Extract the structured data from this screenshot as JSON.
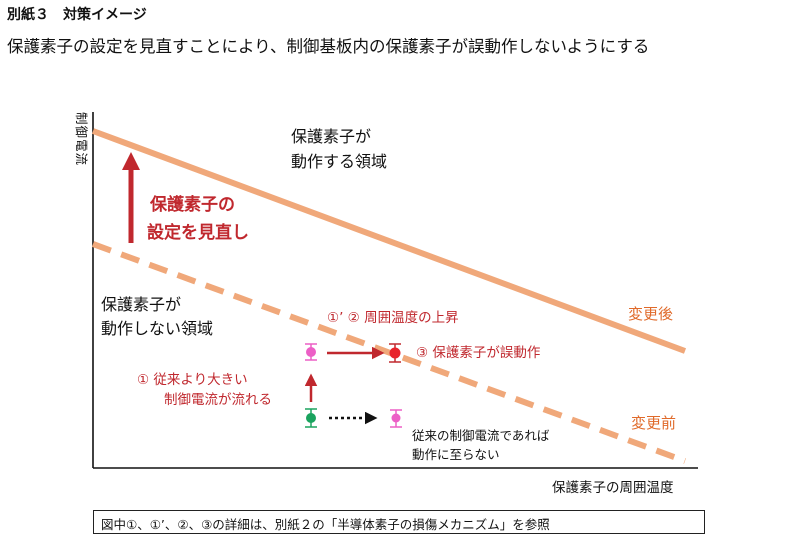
{
  "header": {
    "title": "別紙３　対策イメージ",
    "subtitle": "保護素子の設定を見直すことにより、制御基板内の保護素子が誤動作しないようにする"
  },
  "diagram": {
    "y_axis_label": "制御電流",
    "x_axis_label": "保護素子の周囲温度",
    "region_upper": [
      "保護素子が",
      "動作する領域"
    ],
    "region_lower": [
      "保護素子が",
      "動作しない領域"
    ],
    "setting_change": [
      "保護素子の",
      "設定を見直し"
    ],
    "line_after_label": "変更後",
    "line_before_label": "変更前",
    "step_1": [
      "①  従来より大きい",
      "制御電流が流れる"
    ],
    "step_1p_2": "①’ ②  周囲温度の上昇",
    "step_3": "③  保護素子が誤動作",
    "normal_case": [
      "従来の制御電流であれば",
      "動作に至らない"
    ],
    "colors": {
      "line": "#f0a87a",
      "red": "#c0282e",
      "pink": "#ec5fc6",
      "green": "#1aa35e",
      "orange_text": "#e06a2a"
    }
  },
  "footnote": {
    "text": "図中①、①’、②、③の詳細は、別紙２の「半導体素子の損傷メカニズム」を参照"
  }
}
